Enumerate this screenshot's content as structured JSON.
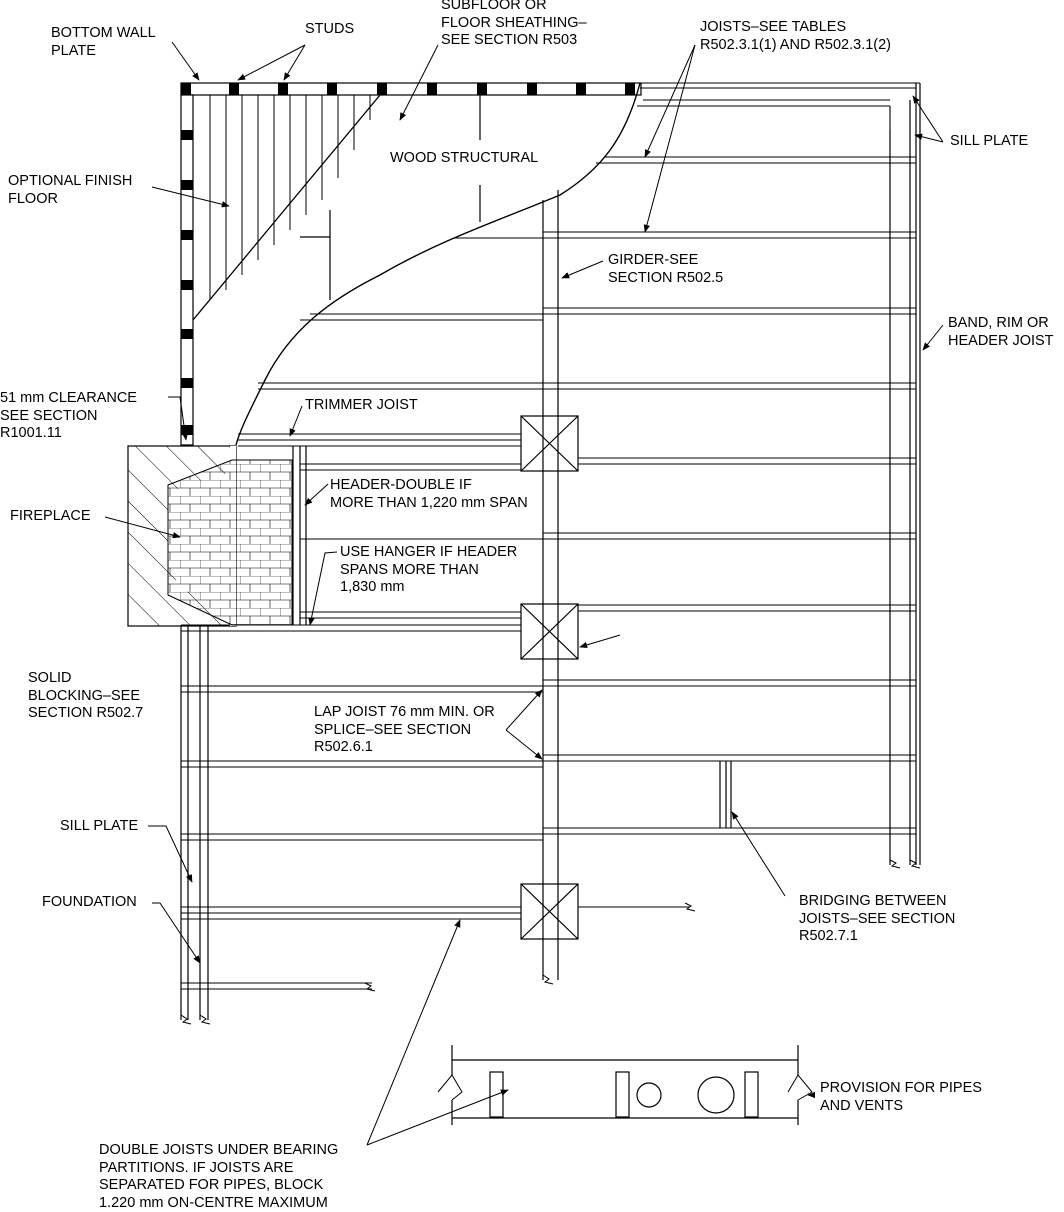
{
  "labels": {
    "bottom_wall_plate": [
      "BOTTOM WALL",
      "PLATE"
    ],
    "studs": [
      "STUDS"
    ],
    "subfloor": [
      "SUBFLOOR OR",
      "FLOOR SHEATHING–",
      "SEE SECTION R503"
    ],
    "joists_tables": [
      "JOISTS–SEE TABLES",
      "R502.3.1(1) AND R502.3.1(2)"
    ],
    "sill_plate_top": [
      "SILL PLATE"
    ],
    "optional_finish_floor": [
      "OPTIONAL FINISH",
      "FLOOR"
    ],
    "wood_structural": [
      "WOOD STRUCTURAL"
    ],
    "girder": [
      "GIRDER-SEE",
      "SECTION R502.5"
    ],
    "band_rim": [
      "BAND, RIM OR",
      "HEADER JOIST"
    ],
    "clearance": [
      "51 mm CLEARANCE",
      "SEE SECTION",
      "R1001.11"
    ],
    "trimmer_joist": [
      "TRIMMER JOIST"
    ],
    "header_double": [
      "HEADER-DOUBLE IF",
      "MORE THAN 1,220 mm SPAN"
    ],
    "fireplace": [
      "FIREPLACE"
    ],
    "use_hanger": [
      "USE HANGER IF HEADER",
      "SPANS MORE THAN",
      "1,830 mm"
    ],
    "solid_blocking": [
      "SOLID",
      "BLOCKING–SEE",
      "SECTION R502.7"
    ],
    "lap_joist": [
      "LAP JOIST 76 mm MIN. OR",
      "SPLICE–SEE SECTION",
      "R502.6.1"
    ],
    "sill_plate_left": [
      "SILL PLATE"
    ],
    "foundation": [
      "FOUNDATION"
    ],
    "bridging": [
      "BRIDGING BETWEEN",
      "JOISTS–SEE SECTION",
      "R502.7.1"
    ],
    "provision_pipes": [
      "PROVISION FOR PIPES",
      "AND VENTS"
    ],
    "double_joists": [
      "DOUBLE JOISTS UNDER BEARING",
      "PARTITIONS. IF JOISTS ARE",
      "SEPARATED FOR PIPES, BLOCK",
      "1.220 mm ON-CENTRE MAXIMUM"
    ]
  }
}
